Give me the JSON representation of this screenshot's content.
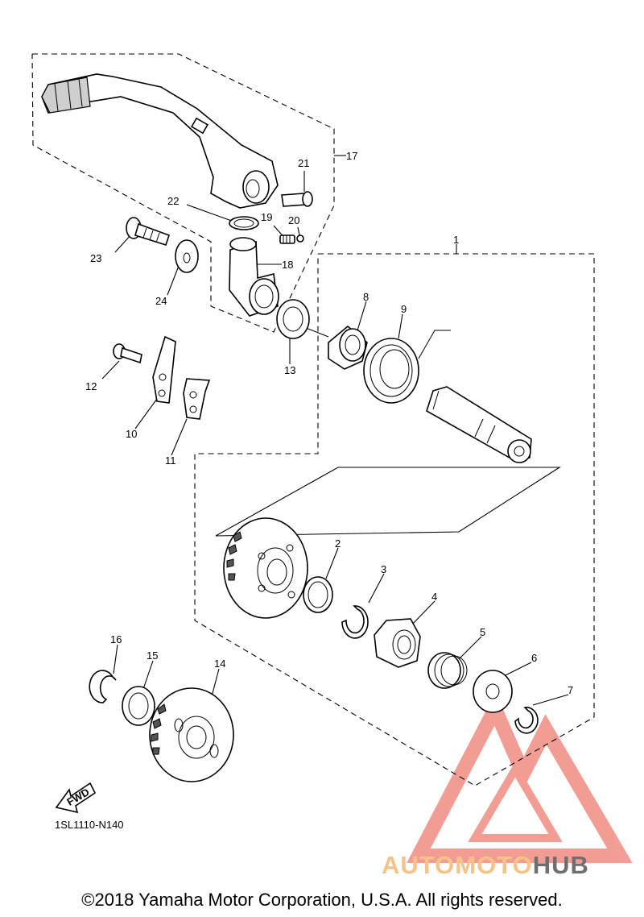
{
  "diagram": {
    "code": "1SL1110-N140",
    "fwd_label": "FWD",
    "copyright": "©2018 Yamaha Motor Corporation, U.S.A. All rights reserved."
  },
  "watermark": {
    "brand_part1": "AUTOMOTO",
    "brand_part2": "HUB",
    "color_primary": "#f08c82",
    "color_secondary": "#f5c28a",
    "color_dark": "#6f6f6f"
  },
  "callouts": [
    "1",
    "2",
    "3",
    "4",
    "5",
    "6",
    "7",
    "8",
    "9",
    "10",
    "11",
    "12",
    "13",
    "14",
    "15",
    "16",
    "17",
    "18",
    "19",
    "20",
    "21",
    "22",
    "23",
    "24"
  ]
}
